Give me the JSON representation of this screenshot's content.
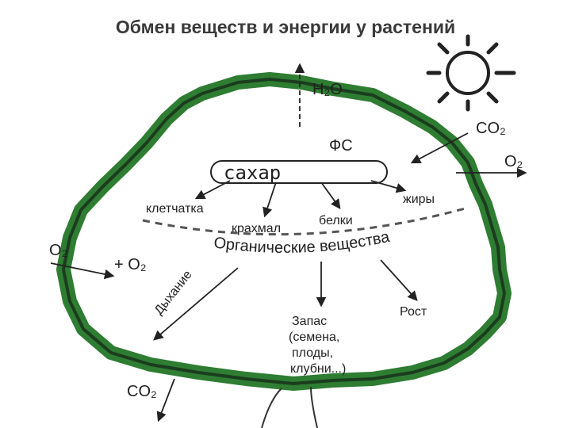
{
  "title": "Обмен веществ и энергии у растений",
  "labels": {
    "water": "Н₂О",
    "photosynthesis": "ФС",
    "co2_in": "CO₂",
    "o2_out": "O₂",
    "sugar": "сахар",
    "cellulose": "клетчатка",
    "starch": "крахмал",
    "proteins": "белки",
    "fats": "жиры",
    "organic": "Органические вещества",
    "o2_in": "O₂",
    "plus_o2": "+ O₂",
    "respiration": "Дыхание",
    "storage_line1": "Запас",
    "storage_line2": "(семена,",
    "storage_line3": "плоды,",
    "storage_line4": "клубни...)",
    "growth": "Рост",
    "co2_out": "CO₂"
  },
  "colors": {
    "crown_green": "#2e7d32",
    "crown_dark": "#1b3d1e",
    "ink": "#222222",
    "dash": "#555555"
  },
  "icons": {
    "sun": "sun-icon",
    "trunk": "trunk-icon"
  }
}
